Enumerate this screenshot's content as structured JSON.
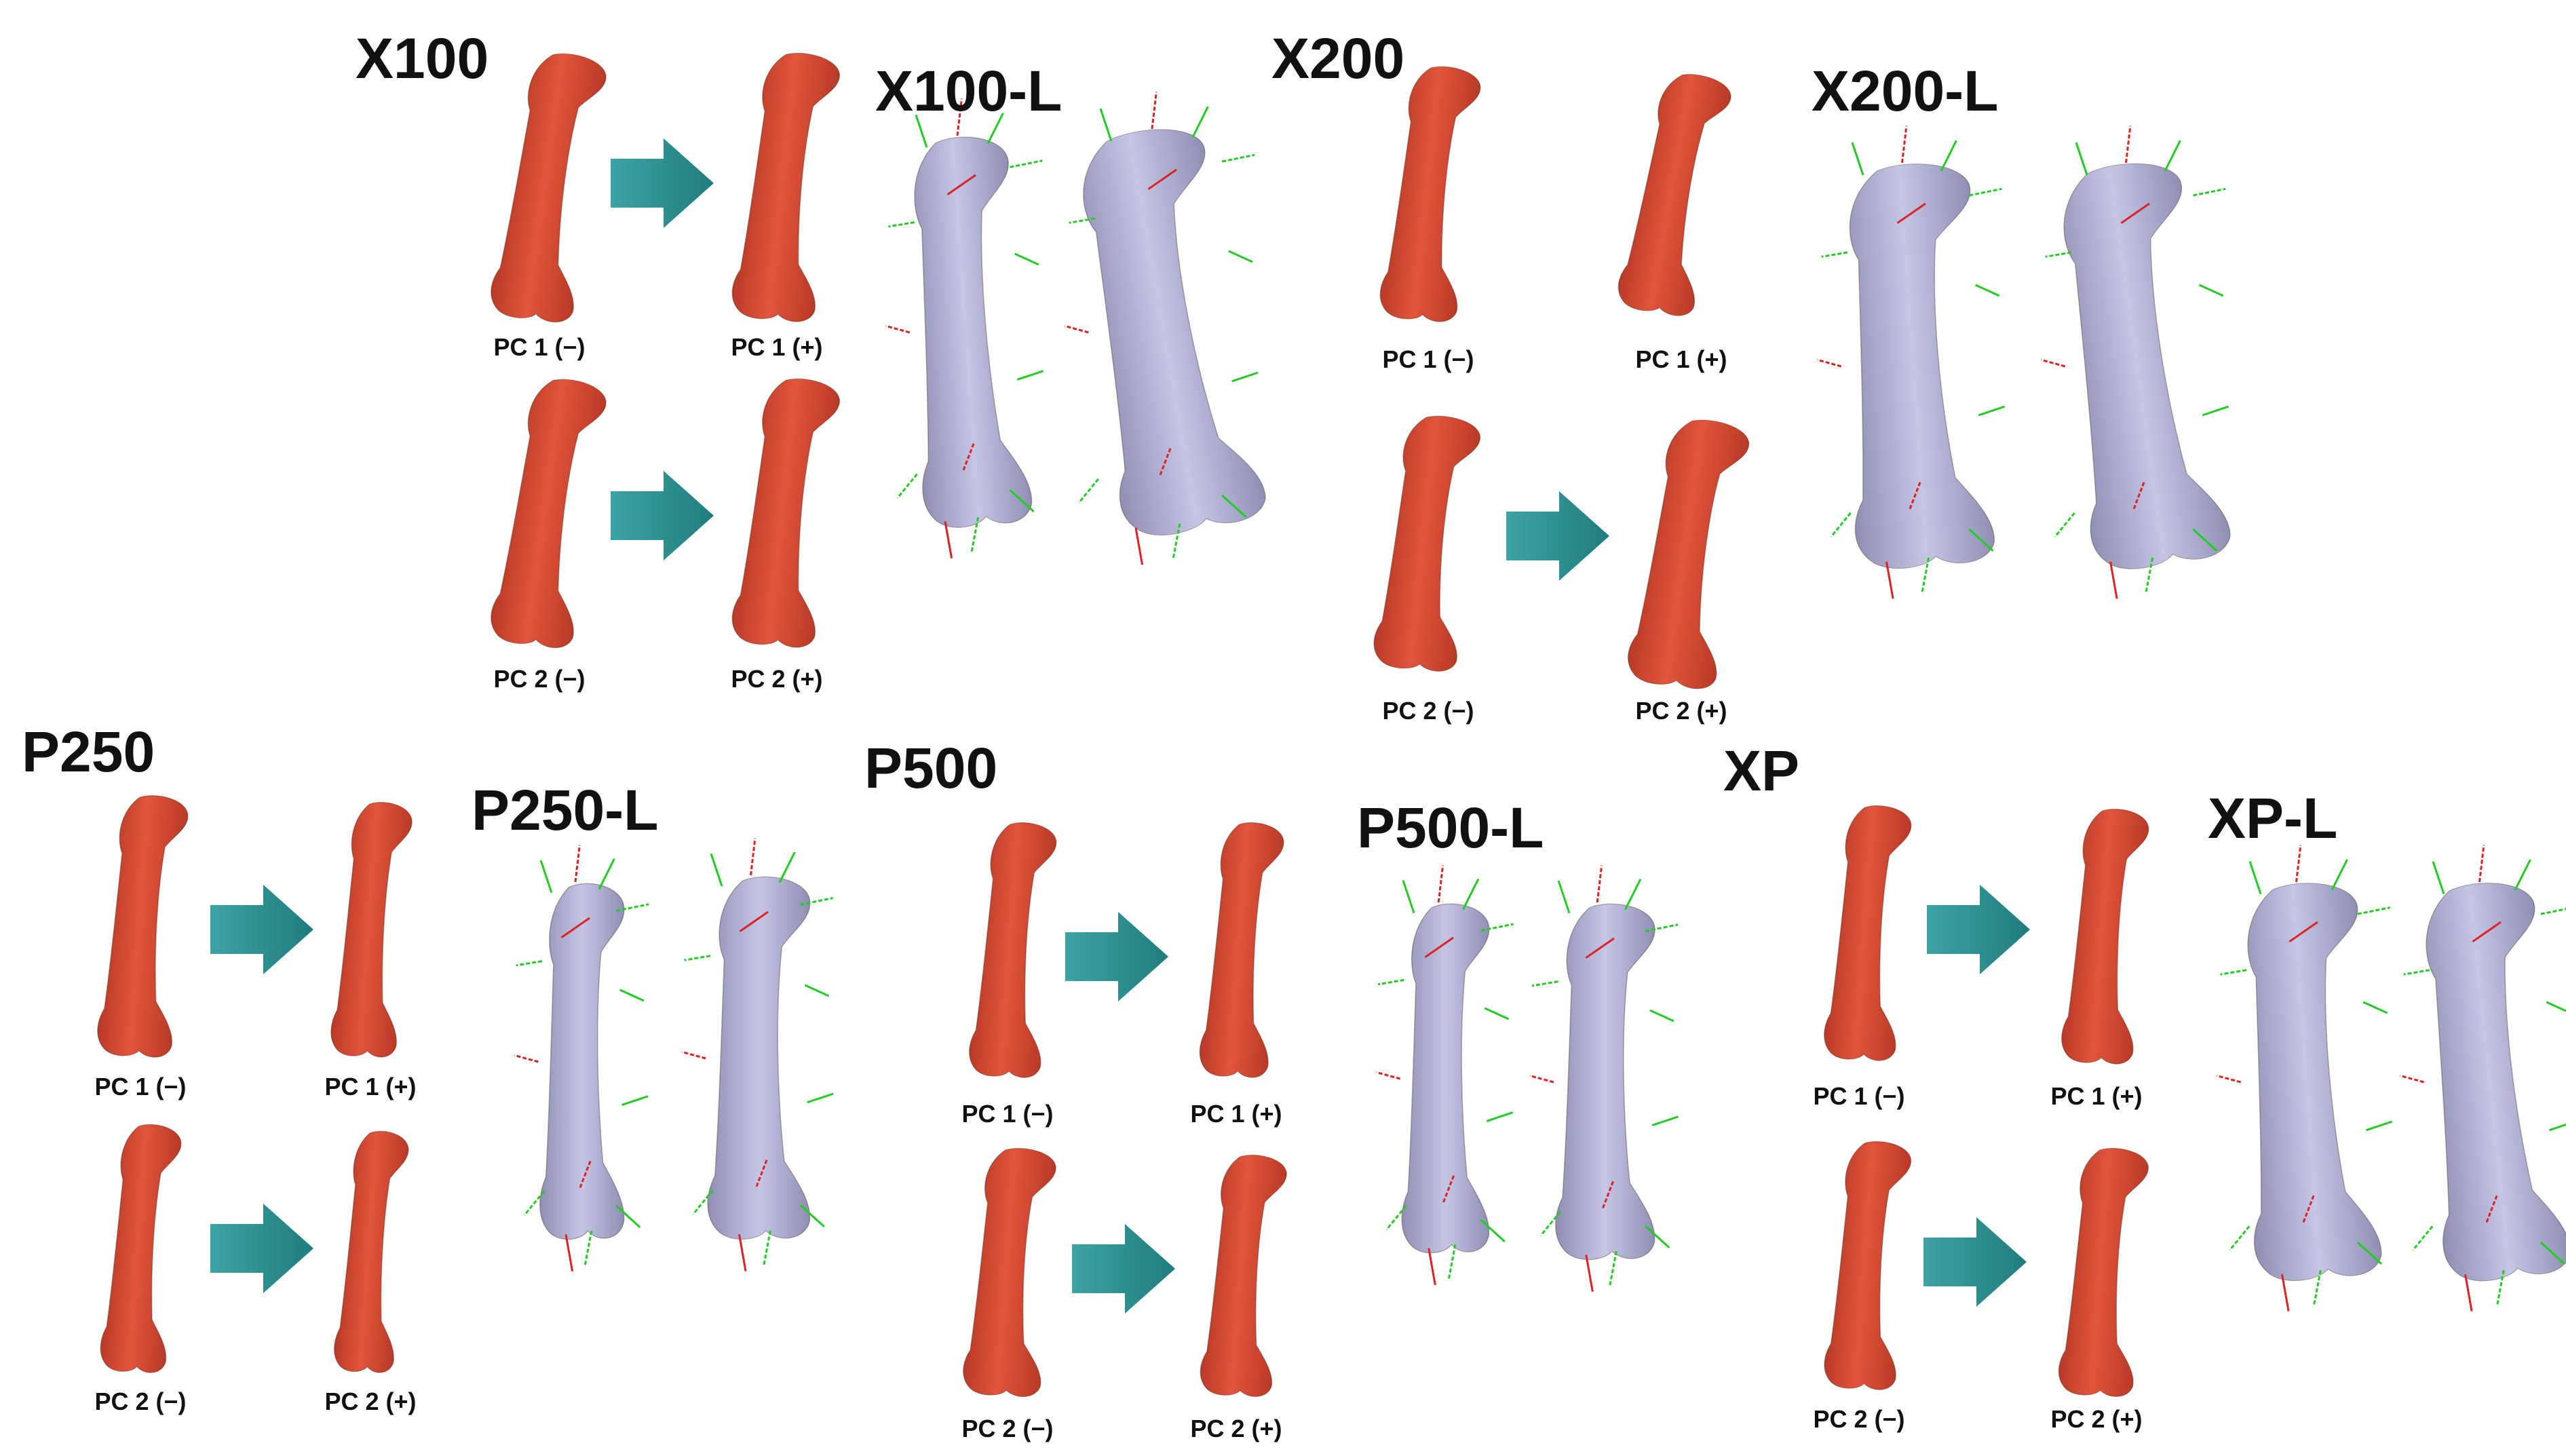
{
  "colors": {
    "bone_pc": "#e2553c",
    "bone_pc_shade": "#b83a26",
    "bone_mean": "#c5c6e6",
    "bone_mean_shade": "#8e8fb3",
    "arrow": "#1f7c7c",
    "arrow_light": "#3ea3a3",
    "vector_green": "#22cc22",
    "vector_red": "#dd2222",
    "text": "#111111"
  },
  "groups": [
    {
      "id": "X100",
      "title": "X100",
      "mean_title": "X100-L",
      "labels": {
        "pc1_neg": "PC 1 (−)",
        "pc1_pos": "PC 1 (+)",
        "pc2_neg": "PC 2 (−)",
        "pc2_pos": "PC 2 (+)"
      },
      "icons": {
        "arrow": "right-arrow-icon"
      }
    },
    {
      "id": "X200",
      "title": "X200",
      "mean_title": "X200-L",
      "labels": {
        "pc1_neg": "PC 1 (−)",
        "pc1_pos": "PC 1 (+)",
        "pc2_neg": "PC 2 (−)",
        "pc2_pos": "PC 2 (+)"
      },
      "icons": {
        "arrow": "right-arrow-icon"
      }
    },
    {
      "id": "P250",
      "title": "P250",
      "mean_title": "P250-L",
      "labels": {
        "pc1_neg": "PC 1 (−)",
        "pc1_pos": "PC 1 (+)",
        "pc2_neg": "PC 2 (−)",
        "pc2_pos": "PC 2 (+)"
      },
      "icons": {
        "arrow": "right-arrow-icon"
      }
    },
    {
      "id": "P500",
      "title": "P500",
      "mean_title": "P500-L",
      "labels": {
        "pc1_neg": "PC 1 (−)",
        "pc1_pos": "PC 1 (+)",
        "pc2_neg": "PC 2 (−)",
        "pc2_pos": "PC 2 (+)"
      },
      "icons": {
        "arrow": "right-arrow-icon"
      }
    },
    {
      "id": "XP",
      "title": "XP",
      "mean_title": "XP-L",
      "labels": {
        "pc1_neg": "PC 1 (−)",
        "pc1_pos": "PC 1 (+)",
        "pc2_neg": "PC 2 (−)",
        "pc2_pos": "PC 2 (+)"
      },
      "icons": {
        "arrow": "right-arrow-icon"
      }
    }
  ]
}
